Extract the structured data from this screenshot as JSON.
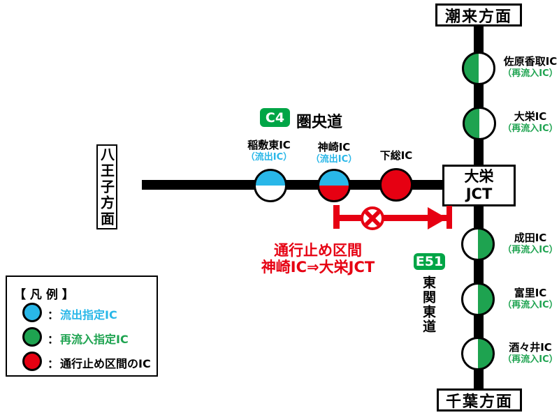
{
  "colors": {
    "blue": "#29B7E8",
    "green": "#1EA350",
    "badge_green": "#00A546",
    "red": "#E60012"
  },
  "directions": {
    "hachioji": "八王子方面",
    "itako": "潮来方面",
    "chiba": "千葉方面"
  },
  "roads": {
    "kenodo": {
      "badge": "C4",
      "name": "圏央道"
    },
    "higashikanto": {
      "badge": "E51",
      "name": "東関東道"
    }
  },
  "junction": {
    "line1": "大栄",
    "line2": "JCT"
  },
  "horizontal_ics": [
    {
      "name": "稲敷東IC",
      "sub": "（流出IC）",
      "fill": "blue-top-white"
    },
    {
      "name": "神崎IC",
      "sub": "（流出IC）",
      "fill": "blue-top-red"
    },
    {
      "name": "下総IC",
      "sub": "",
      "fill": "red-full"
    }
  ],
  "vertical_ics": [
    {
      "name": "佐原香取IC",
      "sub": "（再流入IC）",
      "fill": "green-left"
    },
    {
      "name": "大栄IC",
      "sub": "（再流入IC）",
      "fill": "green-left"
    },
    {
      "name": "成田IC",
      "sub": "（再流入IC）",
      "fill": "green-right"
    },
    {
      "name": "富里IC",
      "sub": "（再流入IC）",
      "fill": "green-right"
    },
    {
      "name": "酒々井IC",
      "sub": "（再流入IC）",
      "fill": "green-right"
    }
  ],
  "closure": {
    "line1": "通行止め区間",
    "line2": "神崎IC⇒大栄JCT"
  },
  "legend": {
    "title": "【 凡 例 】",
    "colon": "：",
    "items": [
      {
        "color": "blue",
        "label": "流出指定IC"
      },
      {
        "color": "green",
        "label": "再流入指定IC"
      },
      {
        "color": "red",
        "label": "通行止め区間のIC"
      }
    ]
  }
}
